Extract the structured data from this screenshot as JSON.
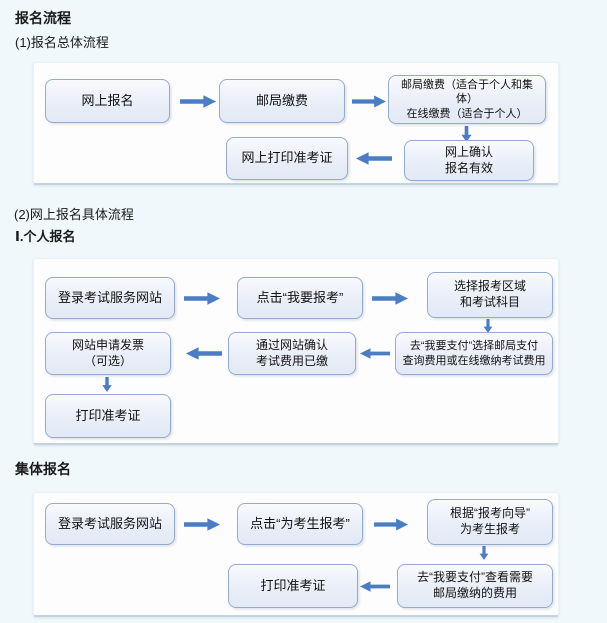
{
  "headings": {
    "title": "报名流程",
    "overall": "(1)报名总体流程",
    "online_detail": "(2)网上报名具体流程",
    "individual": "Ⅰ.个人报名",
    "group": "集体报名"
  },
  "colors": {
    "page_bg": "#f0f8fc",
    "panel_bg": "#fdfdfe",
    "box_border": "#96aacd",
    "box_fill": "#e9eef8",
    "arrow": "#4a7dc4",
    "text": "#1a1a1a"
  },
  "flow_overall": {
    "register_online": "网上报名",
    "post_office_pay": "邮局缴费",
    "pay_options_line1": "邮局缴费（适合于个人和集体）",
    "pay_options_line2": "在线缴费（适合于个人）",
    "confirm_line1": "网上确认",
    "confirm_line2": "报名有效",
    "print_ticket": "网上打印准考证"
  },
  "flow_individual": {
    "login": "登录考试服务网站",
    "click_apply": "点击“我要报考”",
    "select_area_line1": "选择报考区域",
    "select_area_line2": "和考试科目",
    "pay_line1": "去“我要支付”选择邮局支付",
    "pay_line2": "查询费用或在线缴纳考试费用",
    "confirm_line1": "通过网站确认",
    "confirm_line2": "考试费用已缴",
    "invoice_line1": "网站申请发票",
    "invoice_line2": "（可选）",
    "print_ticket": "打印准考证"
  },
  "flow_group": {
    "login": "登录考试服务网站",
    "click_apply": "点击“为考生报考”",
    "wizard_line1": "根据“报考向导”",
    "wizard_line2": "为考生报考",
    "pay_line1": "去“我要支付”查看需要",
    "pay_line2": "邮局缴纳的费用",
    "print_ticket": "打印准考证"
  }
}
